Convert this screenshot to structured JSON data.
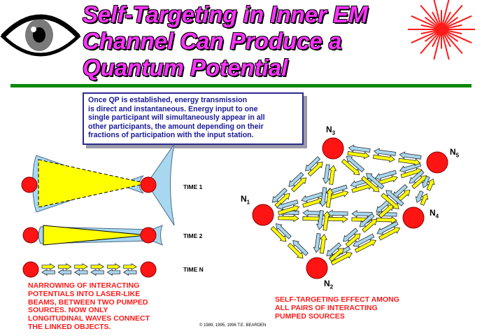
{
  "title": {
    "lines": [
      "Self-Targeting in Inner EM",
      "Channel Can Produce a",
      "Quantum Potential"
    ]
  },
  "info_box": {
    "lines": [
      "Once QP is established, energy transmission",
      "is direct and instantaneous.  Energy input to one",
      "single participant will simultaneously appear in all",
      "other participants, the amount depending on their",
      "fractions of participation with the input station."
    ]
  },
  "time_labels": [
    "TIME 1",
    "TIME 2",
    "TIME N"
  ],
  "left_caption": {
    "lines": [
      "NARROWING OF INTERACTING",
      "POTENTIALS INTO LASER-LIKE",
      "BEAMS, BETWEEN TWO PUMPED",
      "SOURCES.  NOW ONLY",
      "LONGITUDINAL WAVES CONNECT",
      "THE LINKED OBJECTS."
    ]
  },
  "right_caption": {
    "lines": [
      "SELF-TARGETING EFFECT AMONG",
      "ALL PAIRS OF INTERACTING",
      "PUMPED SOURCES"
    ]
  },
  "copyright": "1989, 1995, 1996 T.E. BEARDEN",
  "nodes": [
    {
      "letter": "N",
      "sub": "1"
    },
    {
      "letter": "N",
      "sub": "2"
    },
    {
      "letter": "N",
      "sub": "3"
    },
    {
      "letter": "N",
      "sub": "4"
    },
    {
      "letter": "N",
      "sub": "5"
    }
  ],
  "colors": {
    "title": "#ff33ff",
    "rule": "#0a8a0a",
    "info_text": "#1a1a9a",
    "caption": "#ff1a1a",
    "node": "#ff1414",
    "beam_yellow": "#ffff00",
    "beam_blue": "#a8d8f0"
  },
  "icons": [
    "eye-icon",
    "starburst-icon"
  ]
}
